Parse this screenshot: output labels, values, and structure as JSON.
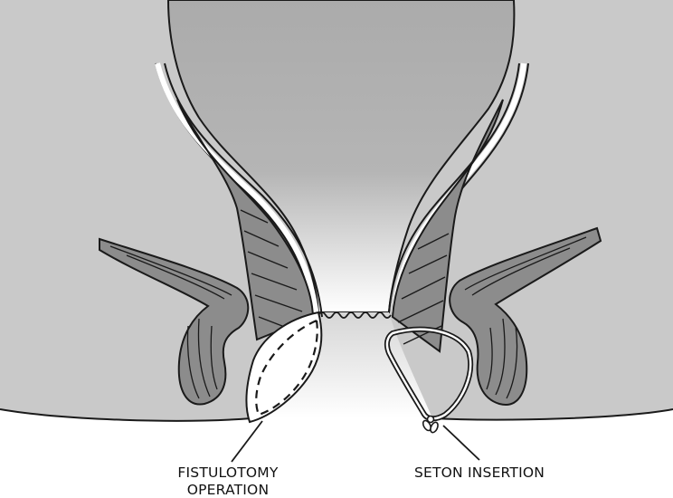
{
  "labels": {
    "fistulotomy_line1": "FISTULOTOMY",
    "fistulotomy_line2": "OPERATION",
    "seton": "SETON INSERTION"
  },
  "colors": {
    "outline": "#1a1a1a",
    "tissue": "#c9c9c9",
    "rectum": "#ababab",
    "muscle": "#8c8c8c",
    "wound": "#ffffff",
    "background": "#ffffff"
  }
}
